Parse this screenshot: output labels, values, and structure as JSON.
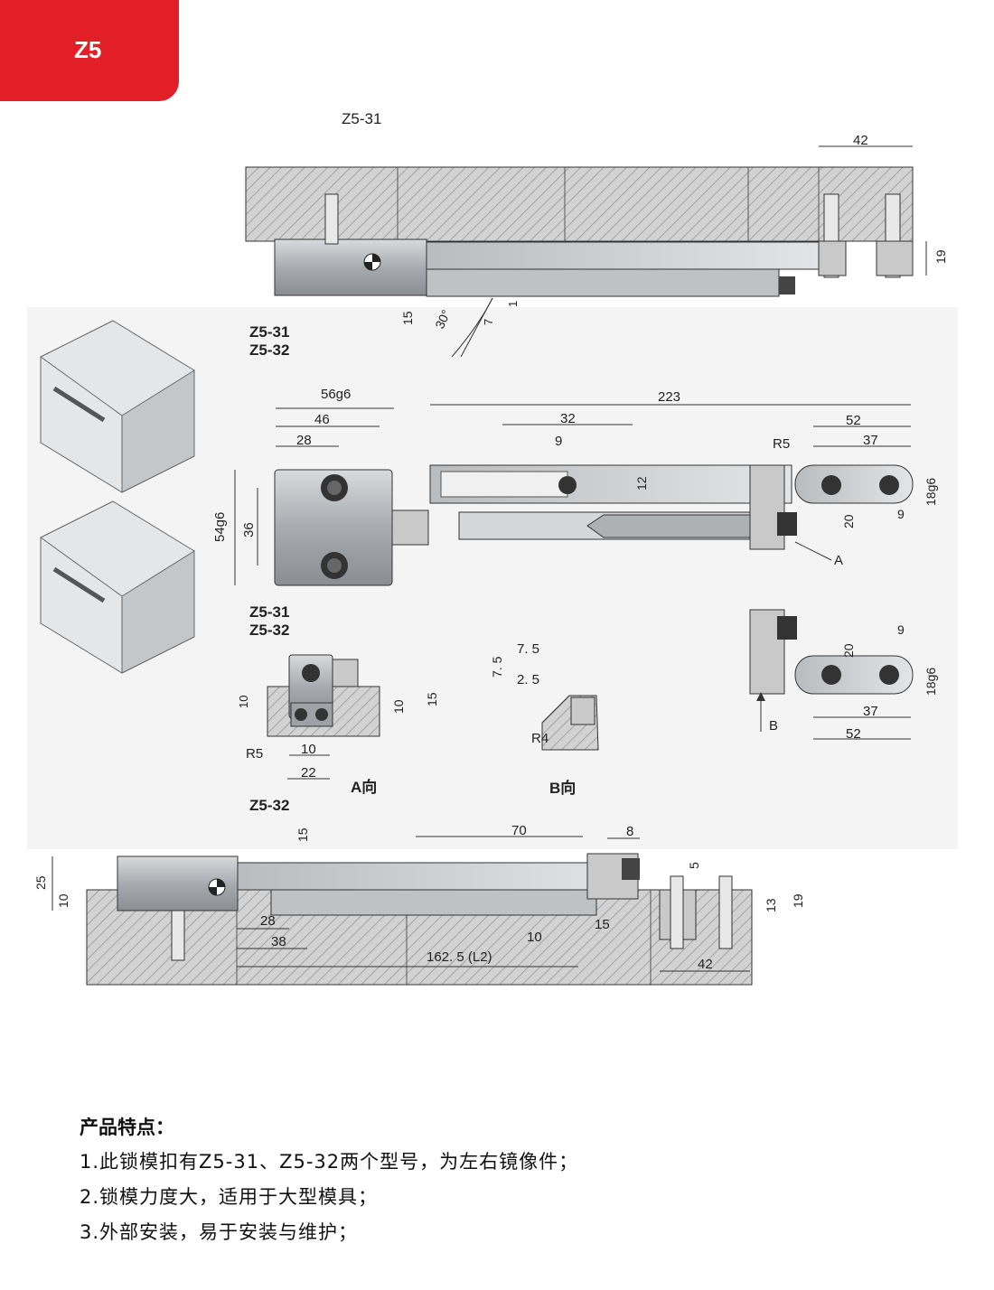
{
  "header": {
    "tab_label": "Z5"
  },
  "drawing": {
    "model_titles": {
      "top": "Z5-31",
      "plan_a": "Z5-31",
      "plan_b": "Z5-32",
      "mid_a": "Z5-31",
      "mid_b": "Z5-32",
      "detail": "Z5-32",
      "bottom": "Z5-32"
    },
    "dims": {
      "d42_top": "42",
      "d19_top": "19",
      "d15": "15",
      "d30": "30°",
      "d7": "7",
      "d1": "1",
      "d56g6": "56g6",
      "d46": "46",
      "d28": "28",
      "d223": "223",
      "d32": "32",
      "d9a": "9",
      "d52a": "52",
      "d37a": "37",
      "dR5a": "R5",
      "d54g6": "54g6",
      "d36": "36",
      "d12": "12",
      "d18g6a": "18g6",
      "d20a": "20",
      "d9b": "9",
      "dA": "A",
      "d9c": "9",
      "d20b": "20",
      "d18g6b": "18g6",
      "d37b": "37",
      "d52b": "52",
      "dB": "B",
      "d7_5a": "7. 5",
      "d2_5": "2. 5",
      "d7_5b": "7. 5",
      "d10a": "10",
      "d10b": "10",
      "d15b": "15",
      "dR5b": "R5",
      "d10c": "10",
      "d22": "22",
      "dAview": "A向",
      "dR4": "R4",
      "dBview": "B向",
      "d70": "70",
      "d8": "8",
      "d15c": "15",
      "d5": "5",
      "d25": "25",
      "d10d": "10",
      "d28b": "28",
      "d38": "38",
      "d162": "162. 5 (L2)",
      "d10e": "10",
      "d15d": "15",
      "d13": "13",
      "d19b": "19",
      "d42b": "42"
    }
  },
  "features": {
    "title": "产品特点：",
    "items": [
      "1.此锁模扣有Z5-31、Z5-32两个型号，为左右镜像件；",
      "2.锁模力度大，适用于大型模具；",
      "3.外部安装，易于安装与维护；"
    ]
  },
  "colors": {
    "brand_red": "#e21e26",
    "steel": "#9aa0a6",
    "plate": "#c9c9c9"
  }
}
